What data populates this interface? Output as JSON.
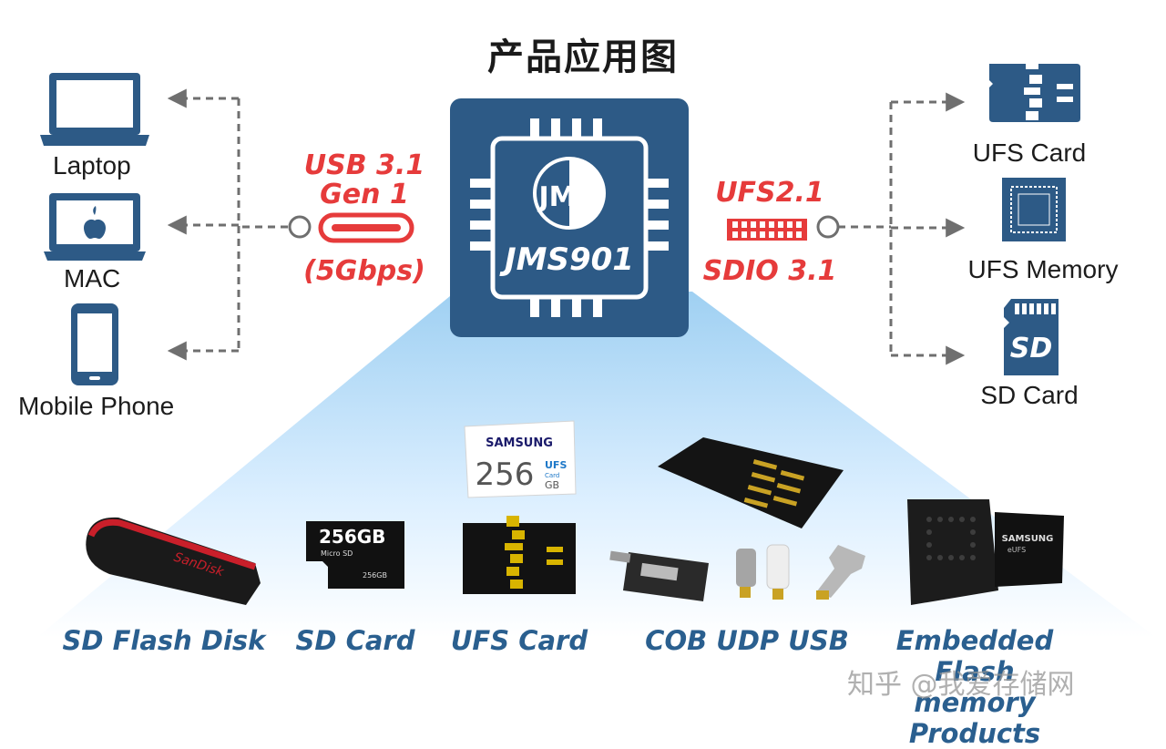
{
  "title": "产品应用图",
  "chip": {
    "name": "JMS901",
    "logo": "JM"
  },
  "hosts": [
    {
      "label": "Laptop",
      "icon": "laptop-icon"
    },
    {
      "label": "MAC",
      "icon": "mac-icon"
    },
    {
      "label": "Mobile Phone",
      "icon": "mobile-phone-icon"
    }
  ],
  "usb": {
    "line1": "USB 3.1",
    "line2": "Gen 1",
    "line3": "(5Gbps)"
  },
  "ufs": {
    "line1": "UFS2.1",
    "line2": "SDIO 3.1"
  },
  "devices": [
    {
      "label": "UFS Card",
      "icon": "ufs-card-icon"
    },
    {
      "label": "UFS Memory",
      "icon": "ufs-memory-icon"
    },
    {
      "label": "SD Card",
      "icon": "sd-card-icon"
    }
  ],
  "sd_icon_text": "SD",
  "products": [
    {
      "label": "SD Flash Disk"
    },
    {
      "label": "SD Card"
    },
    {
      "label": "UFS Card"
    },
    {
      "label": "COB UDP USB"
    },
    {
      "label": "Embedded Flash memory Products"
    }
  ],
  "product_texts": {
    "sandisk": "SanDisk",
    "sd_capacity": "256GB",
    "sd_sub": "Micro SD",
    "sd_small": "256GB",
    "samsung": "SAMSUNG",
    "ufs_capacity": "256",
    "ufs_unit": "GB",
    "ufs_brand": "UFS",
    "ufs_card": "Card",
    "chip_brand": "SAMSUNG",
    "chip_sub": "eUFS"
  },
  "watermark": "知乎 @我爱存储网",
  "colors": {
    "brand_blue": "#2d5a86",
    "accent_red": "#e63b3b",
    "arrow_gray": "#7a7a7a"
  }
}
